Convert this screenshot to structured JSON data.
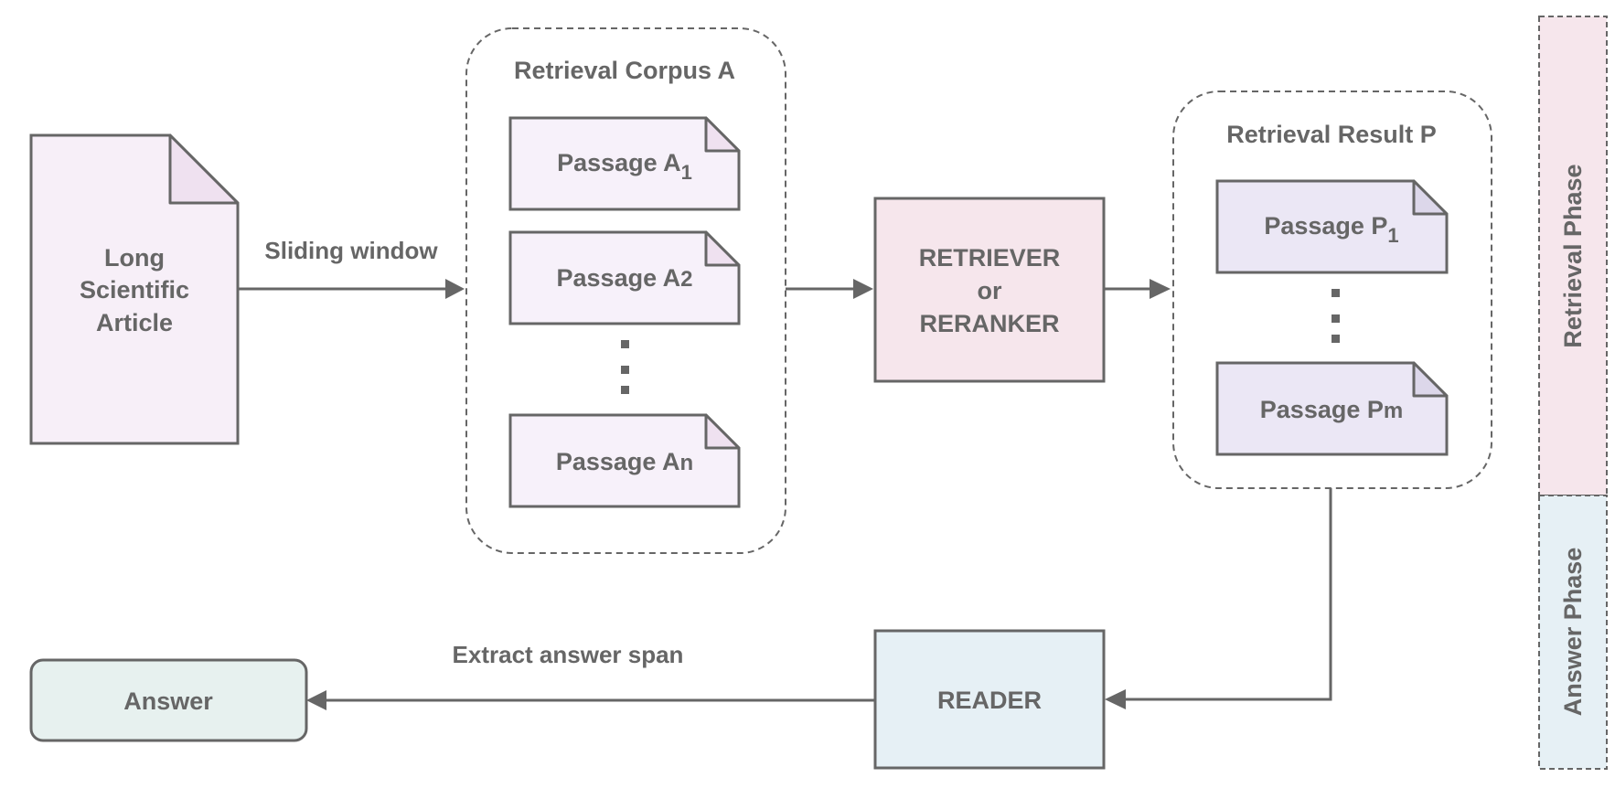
{
  "colors": {
    "stroke": "#666666",
    "text": "#666666",
    "article_fill": "#f7eff8",
    "article_fold": "#efe1f0",
    "passage_a_fill": "#f7f1fa",
    "passage_p_fill": "#ebe7f5",
    "retriever_fill": "#f6e6ec",
    "reader_fill": "#e6f0f5",
    "answer_fill": "#e7f1ef",
    "retrieval_phase_fill": "#f6e6ec",
    "answer_phase_fill": "#e6f0f5"
  },
  "article": {
    "line1": "Long",
    "line2": "Scientific",
    "line3": "Article"
  },
  "sliding_window_label": "Sliding window",
  "corpus": {
    "title": "Retrieval Corpus A",
    "passages": [
      {
        "label": "Passage A",
        "sub": "1"
      },
      {
        "label": "Passage A",
        "sub": "2"
      },
      {
        "label": "Passage A",
        "sub": "n"
      }
    ]
  },
  "retriever": {
    "line1": "RETRIEVER",
    "line2": "or",
    "line3": "RERANKER"
  },
  "result": {
    "title": "Retrieval Result P",
    "passages": [
      {
        "label": "Passage P",
        "sub": "1"
      },
      {
        "label": "Passage P",
        "sub": "m"
      }
    ]
  },
  "reader": {
    "label": "READER"
  },
  "extract_label": "Extract answer span",
  "answer": {
    "label": "Answer"
  },
  "phases": {
    "retrieval": "Retrieval Phase",
    "answer": "Answer Phase"
  }
}
